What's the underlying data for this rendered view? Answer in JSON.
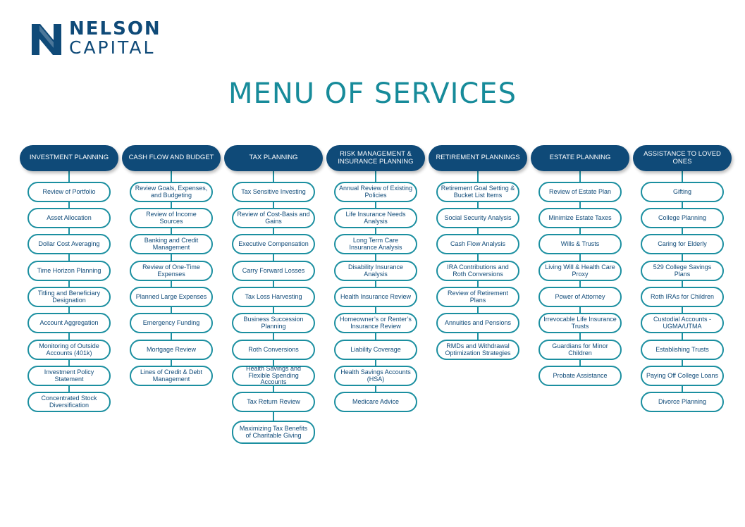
{
  "brand": {
    "line1": "NELSON",
    "line2": "CAPITAL"
  },
  "page_title": "MENU OF SERVICES",
  "colors": {
    "navy": "#0f4a78",
    "teal": "#1b8fa0",
    "title_teal": "#178b9a"
  },
  "columns": [
    {
      "header": "INVESTMENT PLANNING",
      "items": [
        "Review of Portfolio",
        "Asset Allocation",
        "Dollar Cost Averaging",
        "Time Horizon Planning",
        "Titling and Beneficiary Designation",
        "Account Aggregation",
        "Monitoring of Outside Accounts (401k)",
        "Investment Policy Statement",
        "Concentrated Stock Diversification"
      ]
    },
    {
      "header": "CASH FLOW AND BUDGET",
      "items": [
        "Review Goals, Expenses, and Budgeting",
        "Review of Income Sources",
        "Banking and Credit Management",
        "Review of One-Time Expenses",
        "Planned Large Expenses",
        "Emergency Funding",
        "Mortgage Review",
        "Lines of Credit & Debt Management"
      ]
    },
    {
      "header": "TAX PLANNING",
      "items": [
        "Tax Sensitive Investing",
        "Review of Cost-Basis and Gains",
        "Executive Compensation",
        "Carry Forward Losses",
        "Tax Loss Harvesting",
        "Business Succession Planning",
        "Roth Conversions",
        "Health Savings and Flexible Spending Accounts",
        "Tax Return Review",
        "Maximizing Tax Benefits of Charitable Giving"
      ]
    },
    {
      "header": "RISK MANAGEMENT & INSURANCE PLANNING",
      "items": [
        "Annual Review of Existing Policies",
        "Life Insurance Needs Analysis",
        "Long Term Care Insurance Analysis",
        "Disability Insurance Analysis",
        "Health Insurance Review",
        "Homeowner’s or Renter’s Insurance Review",
        "Liability Coverage",
        "Health Savings Accounts (HSA)",
        "Medicare Advice"
      ]
    },
    {
      "header": "RETIREMENT PLANNINGS",
      "items": [
        "Retirement Goal Setting & Bucket List Items",
        "Social Security Analysis",
        "Cash Flow Analysis",
        "IRA Contributions and Roth Conversions",
        "Review of Retirement Plans",
        "Annuities and Pensions",
        "RMDs and Withdrawal Optimization Strategies"
      ]
    },
    {
      "header": "ESTATE PLANNING",
      "items": [
        "Review of Estate Plan",
        "Minimize Estate Taxes",
        "Wills & Trusts",
        "Living Will & Health Care Proxy",
        "Power of Attorney",
        "Irrevocable Life Insurance Trusts",
        "Guardians for Minor Children",
        "Probate Assistance"
      ]
    },
    {
      "header": "ASSISTANCE TO LOVED ONES",
      "items": [
        "Gifting",
        "College Planning",
        "Caring for Elderly",
        "529 College Savings Plans",
        "Roth IRAs for Children",
        "Custodial Accounts - UGMA/UTMA",
        "Establishing Trusts",
        "Paying Off College Loans",
        "Divorce Planning"
      ]
    }
  ]
}
